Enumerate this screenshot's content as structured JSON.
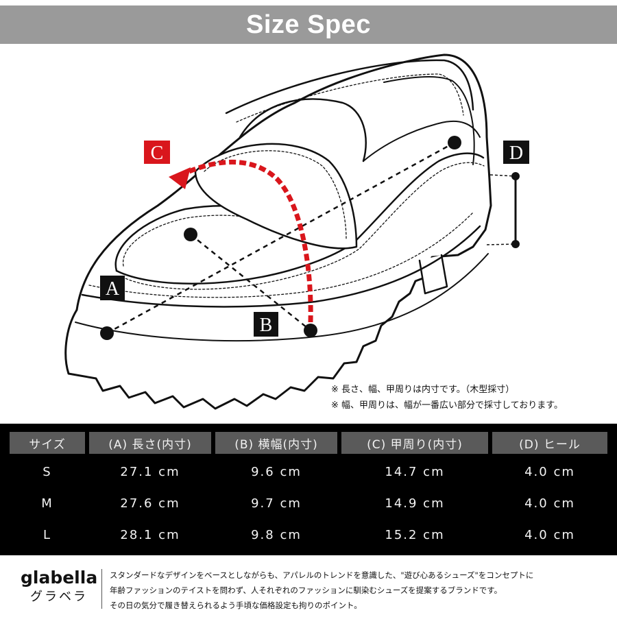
{
  "title": "Size Spec",
  "markers": {
    "a": "A",
    "b": "B",
    "c": "C",
    "d": "D"
  },
  "colors": {
    "title_bar": "#9a9a9a",
    "accent_red": "#d9161c",
    "table_bg": "#000000",
    "header_cell": "#5a5a5a"
  },
  "notes": [
    "※ 長さ、幅、甲周りは内寸です。（木型採寸）",
    "※ 幅、甲周りは、幅が一番広い部分で採寸しております。"
  ],
  "table": {
    "headers": [
      "サイズ",
      "(A) 長さ(内寸)",
      "(B) 横幅(内寸)",
      "(C) 甲周り(内寸)",
      "(D) ヒール"
    ],
    "rows": [
      [
        "S",
        "27.1 cm",
        "9.6 cm",
        "14.7 cm",
        "4.0 cm"
      ],
      [
        "M",
        "27.6 cm",
        "9.7 cm",
        "14.9 cm",
        "4.0 cm"
      ],
      [
        "L",
        "28.1 cm",
        "9.8 cm",
        "15.2 cm",
        "4.0 cm"
      ]
    ]
  },
  "brand": {
    "name": "glabella",
    "kana": "グラベラ",
    "description": [
      "スタンダードなデザインをベースとしながらも、アパレルのトレンドを意識した、\"遊び心あるシューズ\"をコンセプトに",
      "年齢ファッションのテイストを問わず、人それぞれのファッションに馴染むシューズを提案するブランドです。",
      "その日の気分で履き替えられるよう手頃な価格設定も拘りのポイント。"
    ]
  }
}
